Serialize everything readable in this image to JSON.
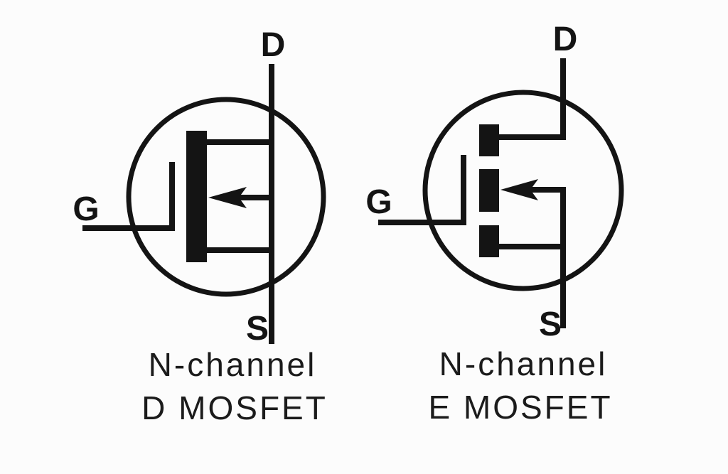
{
  "colors": {
    "ink": "#141414",
    "background": "#fcfcfc"
  },
  "left_symbol": {
    "type": "N-channel depletion-mode MOSFET schematic symbol (solid channel bar)",
    "drain_label": "D",
    "gate_label": "G",
    "source_label": "S",
    "caption_line1": "N-channel",
    "caption_line2": "D MOSFET"
  },
  "right_symbol": {
    "type": "N-channel enhancement-mode MOSFET schematic symbol (segmented channel bar)",
    "drain_label": "D",
    "gate_label": "G",
    "source_label": "S",
    "caption_line1": "N-channel",
    "caption_line2": "E MOSFET"
  }
}
